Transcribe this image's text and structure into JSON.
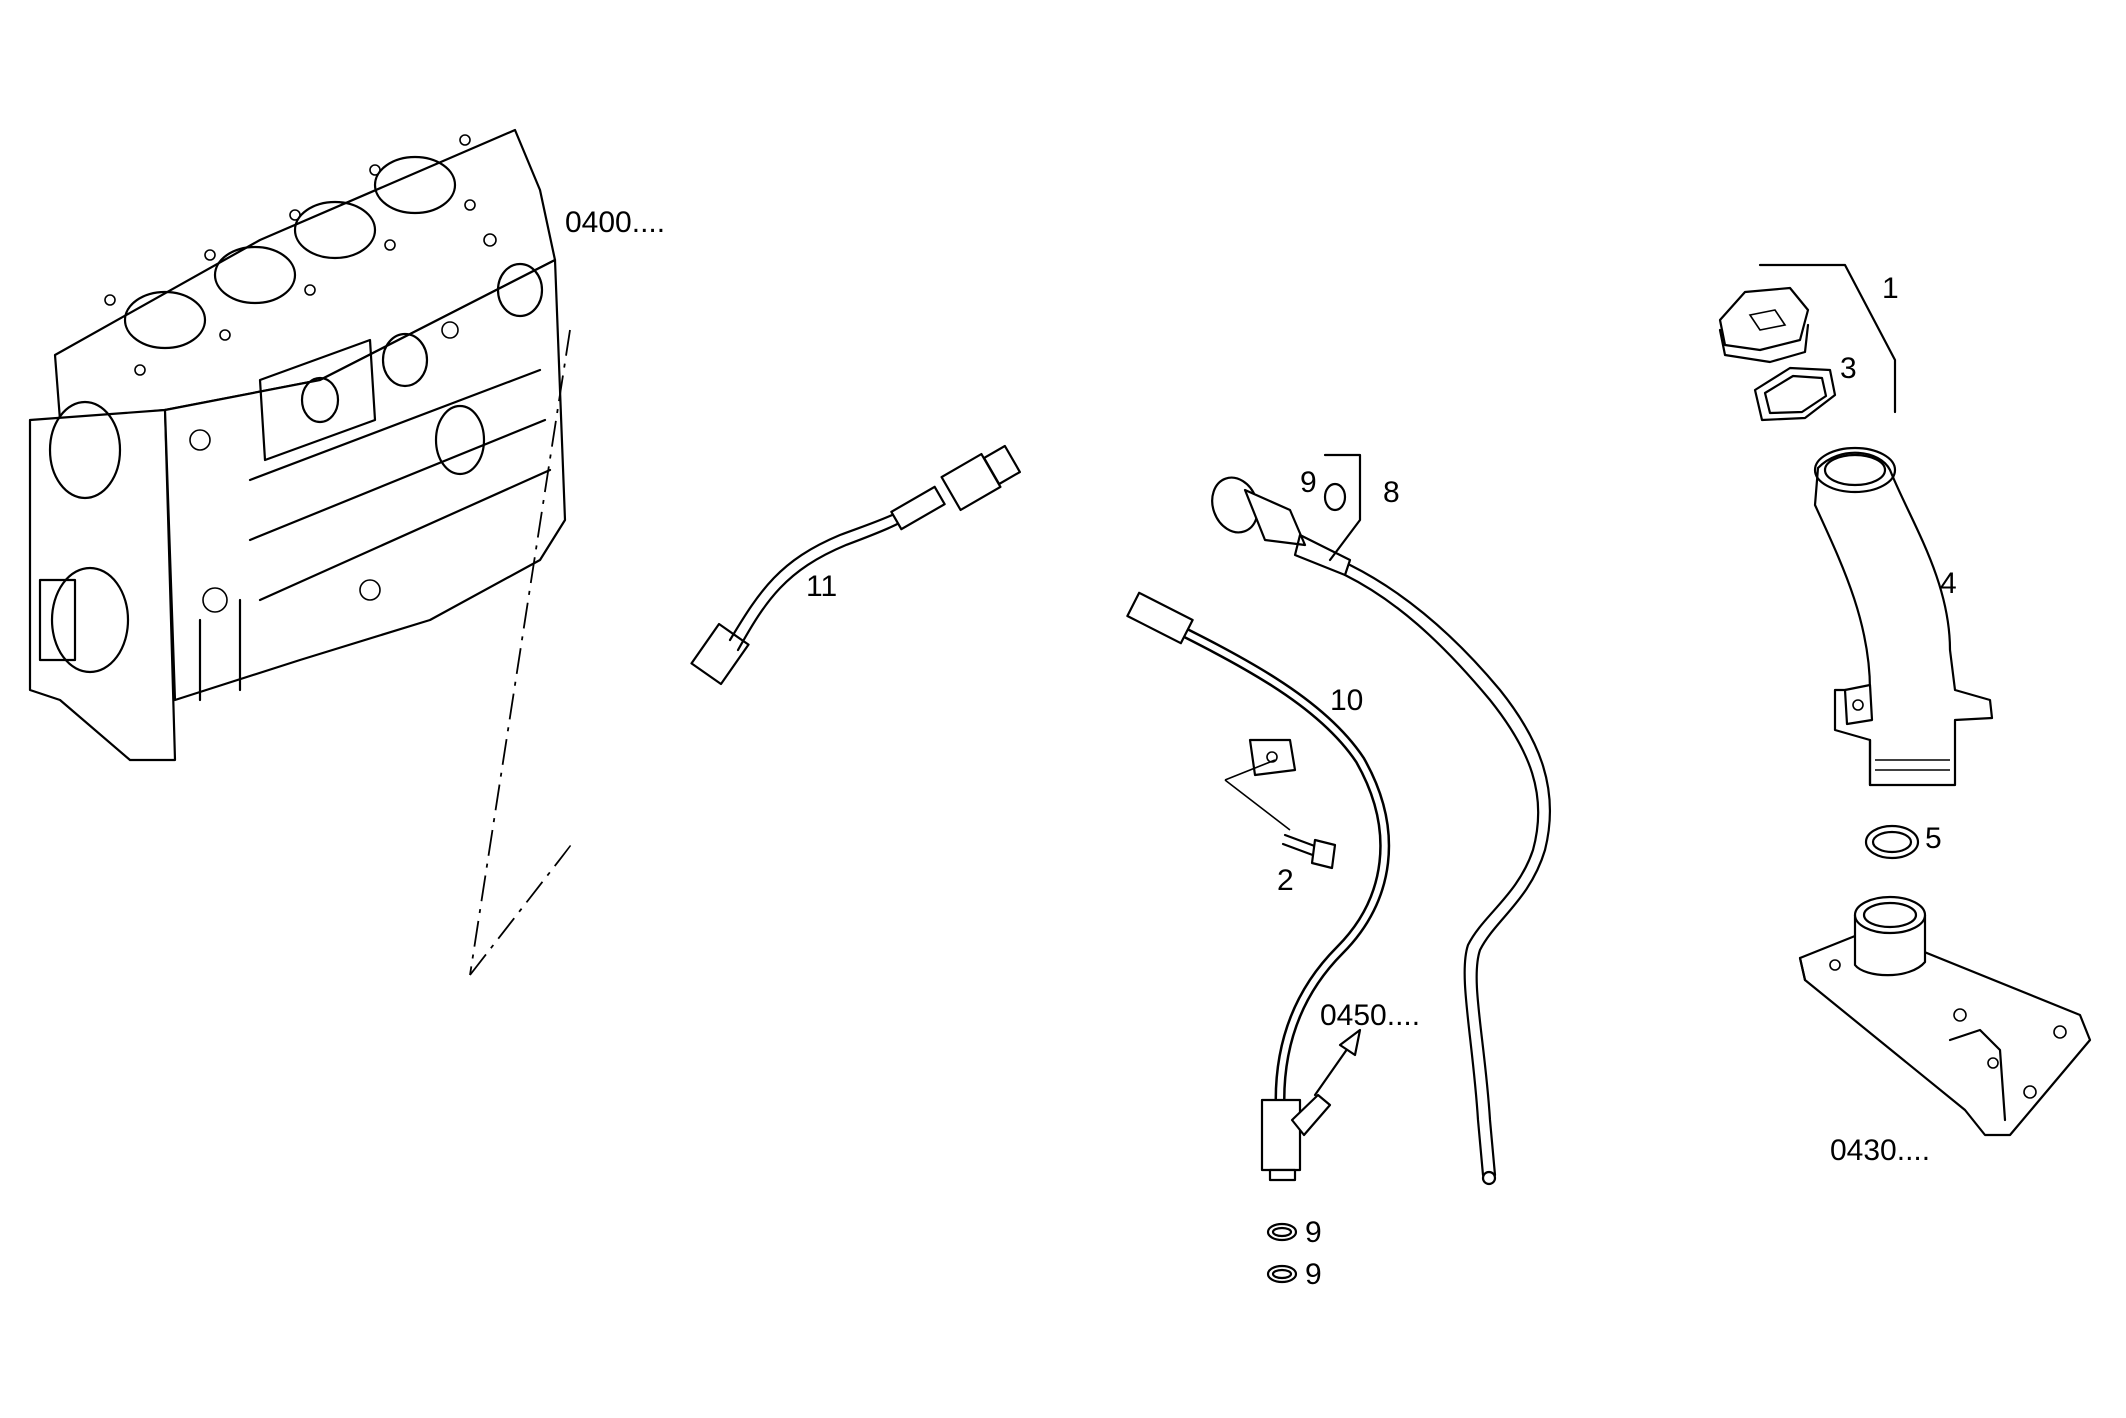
{
  "labels": {
    "ref_engine_block": "0400....",
    "part_1": "1",
    "part_2": "2",
    "part_3": "3",
    "part_4": "4",
    "part_5": "5",
    "part_8": "8",
    "part_9_top": "9",
    "part_9_mid": "9",
    "part_9_bottom": "9",
    "part_10": "10",
    "part_11": "11",
    "ref_oil_pump": "0450....",
    "ref_cover_plate": "0430...."
  }
}
